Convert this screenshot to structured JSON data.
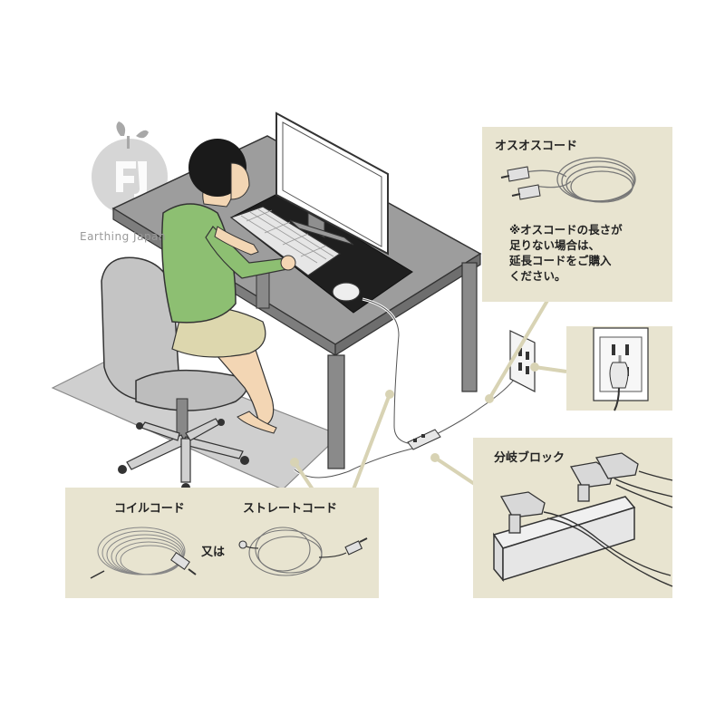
{
  "logo": {
    "text": "Earthing Japan"
  },
  "panels": {
    "male_cord": {
      "label": "オスオスコード",
      "note_lines": [
        "※オスコードの長さが",
        "足りない場合は、",
        "延長コードをご購入",
        "ください。"
      ]
    },
    "outlet": {},
    "branch_block": {
      "label": "分岐ブロック"
    },
    "cords": {
      "coil_label": "コイルコード",
      "or_text": "又は",
      "straight_label": "ストレートコード"
    }
  },
  "colors": {
    "panel_bg": "#e8e4d0",
    "desk_top": "#9b9b9b",
    "desk_leg": "#8a8a8a",
    "shirt": "#8dbf72",
    "skirt": "#d8d2a8",
    "skin": "#f3d6b4",
    "hair": "#1a1a1a",
    "mat": "#2a2a2a",
    "chair": "#bfbfbf",
    "floor_mat": "#c8c8c8"
  }
}
